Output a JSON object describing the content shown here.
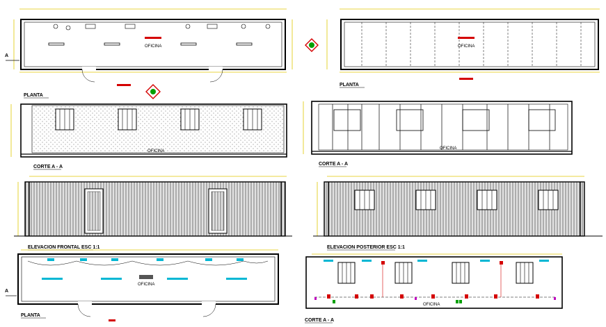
{
  "drawing": {
    "top_left_plan": {
      "title": "PLANTA",
      "room_label": "OFICINA",
      "axis_label": "A"
    },
    "top_right_plan": {
      "title": "PLANTA",
      "room_label": "OFICINA"
    },
    "section_left": {
      "title": "CORTE A - A",
      "room_label": "OFICINA"
    },
    "section_right": {
      "title": "CORTE A - A",
      "room_label": "OFICINA"
    },
    "elevation_front": {
      "title": "ELEVACION FRONTAL  ESC 1:1"
    },
    "elevation_back": {
      "title": "ELEVACION POSTERIOR  ESC 1:1"
    },
    "electrical_plan": {
      "title": "PLANTA",
      "room_label": "OFICINA",
      "axis_label": "A"
    },
    "electrical_section": {
      "title": "CORTE A - A",
      "room_label": "OFICINA"
    }
  },
  "colors": {
    "line": "#000000",
    "dimension": "#e0c800",
    "fixture": "#00b7d4",
    "symbol_red": "#d40000",
    "symbol_green": "#00a000",
    "symbol_magenta": "#c000c0"
  }
}
